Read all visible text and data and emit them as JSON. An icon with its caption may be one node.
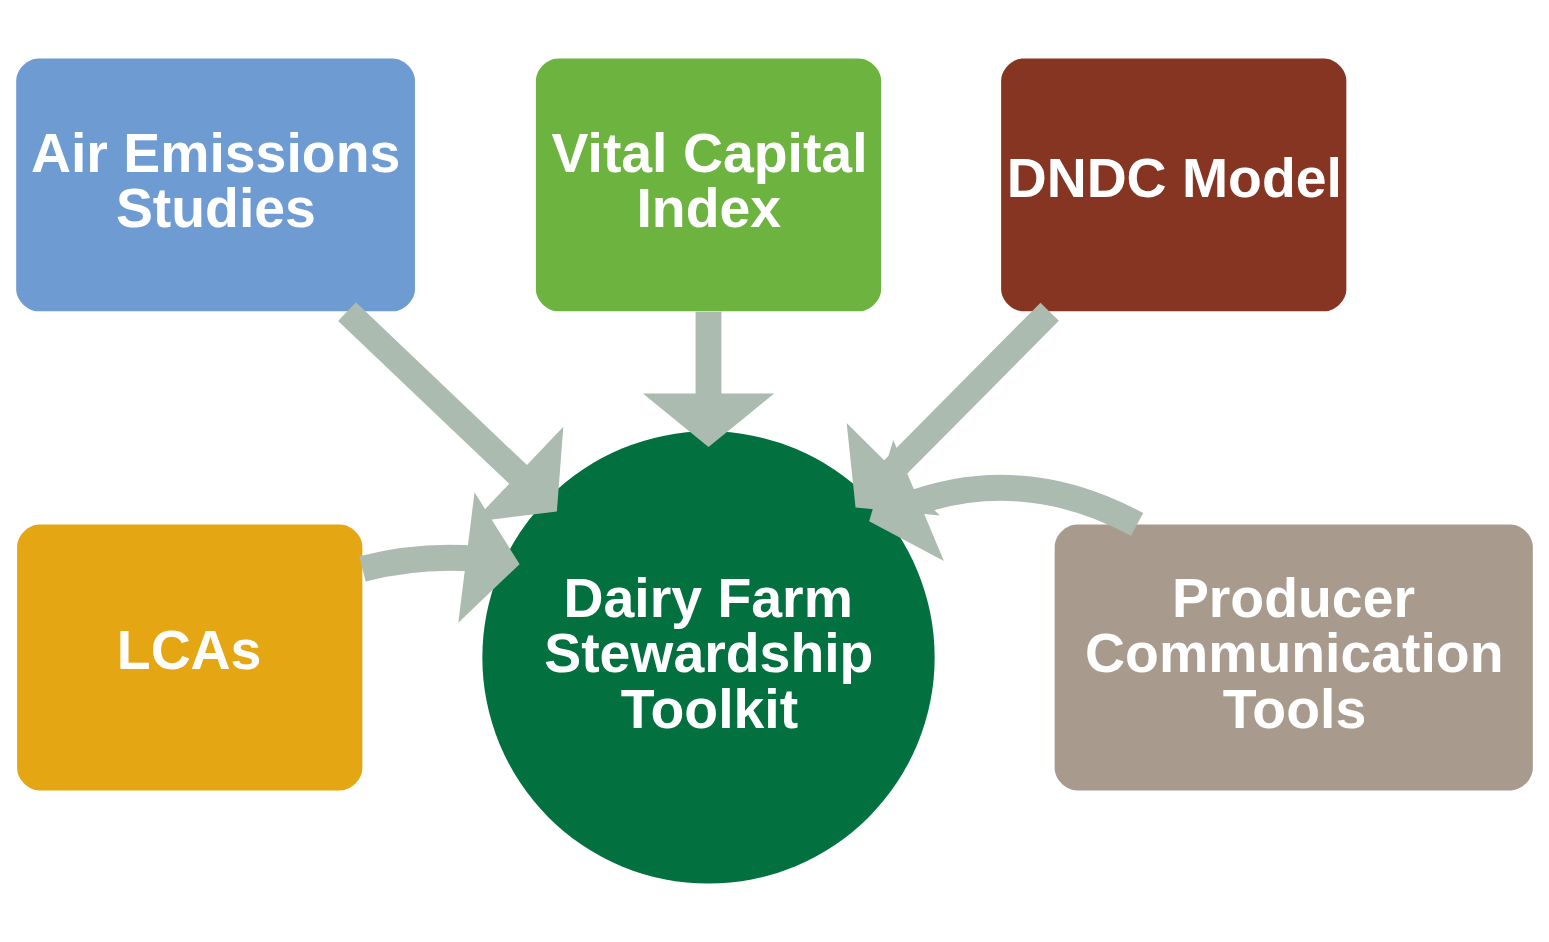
{
  "diagram": {
    "nodes": [
      {
        "text": [
          "Vital Capital Index"
        ]
      },
      {
        "text": [
          "Air Emissions Studies"
        ]
      },
      {
        "text": [
          "DNDC Model"
        ]
      },
      {
        "text": [
          "LCAs"
        ]
      },
      {
        "text": [
          "Dairy Farm Stewardship Toolkit"
        ]
      },
      {
        "text": [
          "Producer Communication Tools"
        ]
      }
    ],
    "edges": [
      {
        "from": 0,
        "to": 4,
        "arrow": "to"
      },
      {
        "from": 1,
        "to": 4,
        "arrow": "to"
      },
      {
        "from": 2,
        "to": 4,
        "arrow": "to"
      },
      {
        "from": 3,
        "to": 4,
        "arrow": "to"
      },
      {
        "from": 5,
        "to": 4,
        "arrow": "to"
      }
    ]
  }
}
